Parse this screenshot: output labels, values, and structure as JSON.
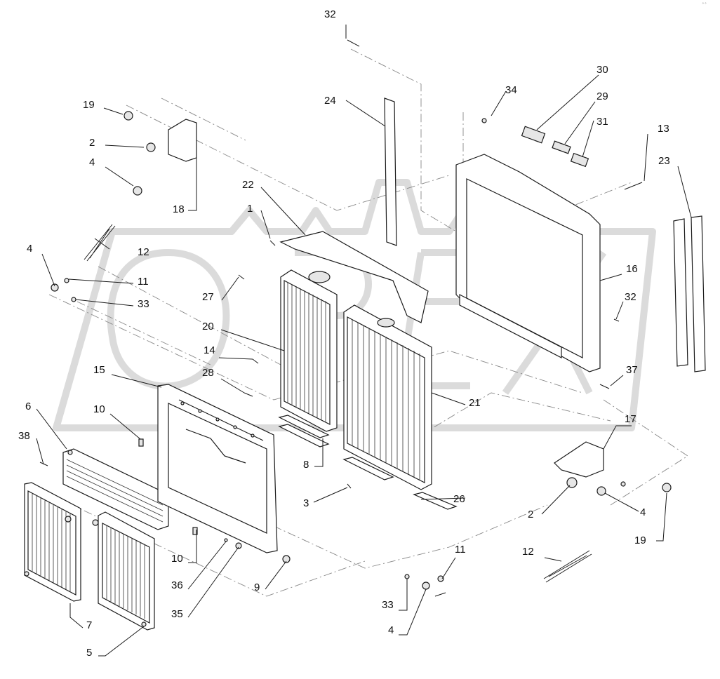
{
  "diagram": {
    "type": "exploded-parts-diagram",
    "watermark_text": "OPEX",
    "corner_stamp": "°°",
    "callouts": [
      "32",
      "30",
      "34",
      "29",
      "24",
      "31",
      "19",
      "13",
      "2",
      "23",
      "4",
      "22",
      "1",
      "18",
      "12",
      "4",
      "11",
      "16",
      "33",
      "27",
      "32",
      "20",
      "14",
      "15",
      "28",
      "37",
      "21",
      "6",
      "10",
      "17",
      "38",
      "8",
      "3",
      "26",
      "2",
      "4",
      "19",
      "10",
      "36",
      "11",
      "12",
      "9",
      "35",
      "33",
      "4",
      "7",
      "5"
    ]
  }
}
